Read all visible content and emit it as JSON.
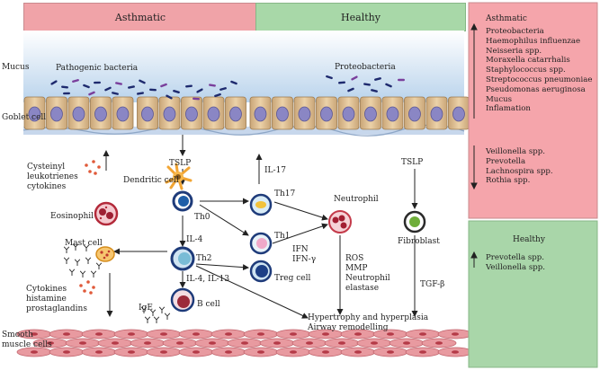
{
  "columns": {
    "asthmatic": "Asthmatic",
    "healthy": "Healthy"
  },
  "tissue_labels": {
    "mucus": "Mucus",
    "goblet_cell": "Goblet cell",
    "smooth_muscle_line1": "Smooth",
    "smooth_muscle_line2": "muscle cells"
  },
  "bacteria_labels": {
    "pathogenic": "Pathogenic bacteria",
    "proteobacteria": "Proteobacteria"
  },
  "cells": {
    "dendritic": "Dendritic cell",
    "th0": "Th0",
    "th2": "Th2",
    "th17": "Th17",
    "th1": "Th1",
    "treg": "Treg cell",
    "b_cell": "B cell",
    "mast": "Mast cell",
    "eosinophil": "Eosinophil",
    "neutrophil": "Neutrophil",
    "fibroblast": "Fibroblast"
  },
  "mediators": {
    "tslp_left": "TSLP",
    "tslp_right": "TSLP",
    "il17": "IL-17",
    "il4": "IL-4",
    "il4_il13": "IL-4, IL-13",
    "ifn": "IFN",
    "ifn_gamma": "IFN-γ",
    "ige": "IgE",
    "tgf_beta": "TGF-β",
    "cysteinyl": [
      "Cysteinyl",
      "leukotrienes",
      "cytokines"
    ],
    "cytokines": [
      "Cytokines",
      "histamine",
      "prostaglandins"
    ],
    "neutrophil_products": [
      "ROS",
      "MMP",
      "Neutrophil",
      "elastase"
    ],
    "remodelling": [
      "Hypertrophy and hyperplasia",
      "Airway remodelling"
    ]
  },
  "side_panel": {
    "asthmatic": {
      "title": "Asthmatic",
      "up": [
        "Proteobacteria",
        "Haemophilus influenzae",
        "Neisseria spp.",
        "Moraxella catarrhalis",
        "Staphylococcus spp.",
        "Streptococcus pneumoniae",
        "Pseudomonas aeruginosa",
        "Mucus",
        "Inflamation"
      ],
      "down": [
        "Veillonella spp.",
        "Prevotella",
        "Lachnospira spp.",
        "Rothia spp."
      ]
    },
    "healthy": {
      "title": "Healthy",
      "up": [
        "Prevotella spp.",
        "Veillonella spp."
      ]
    }
  },
  "colors": {
    "asthmatic_header": "#f0a3a8",
    "healthy_header": "#a8d8a8",
    "asthmatic_panel": "#f5a5ab",
    "healthy_panel": "#a9d6a9",
    "goblet_cell": "#e2c49a",
    "nucleus": "#8a86c4",
    "muscle": "#e89aa0",
    "mucus_layer": "#c9dcee"
  }
}
